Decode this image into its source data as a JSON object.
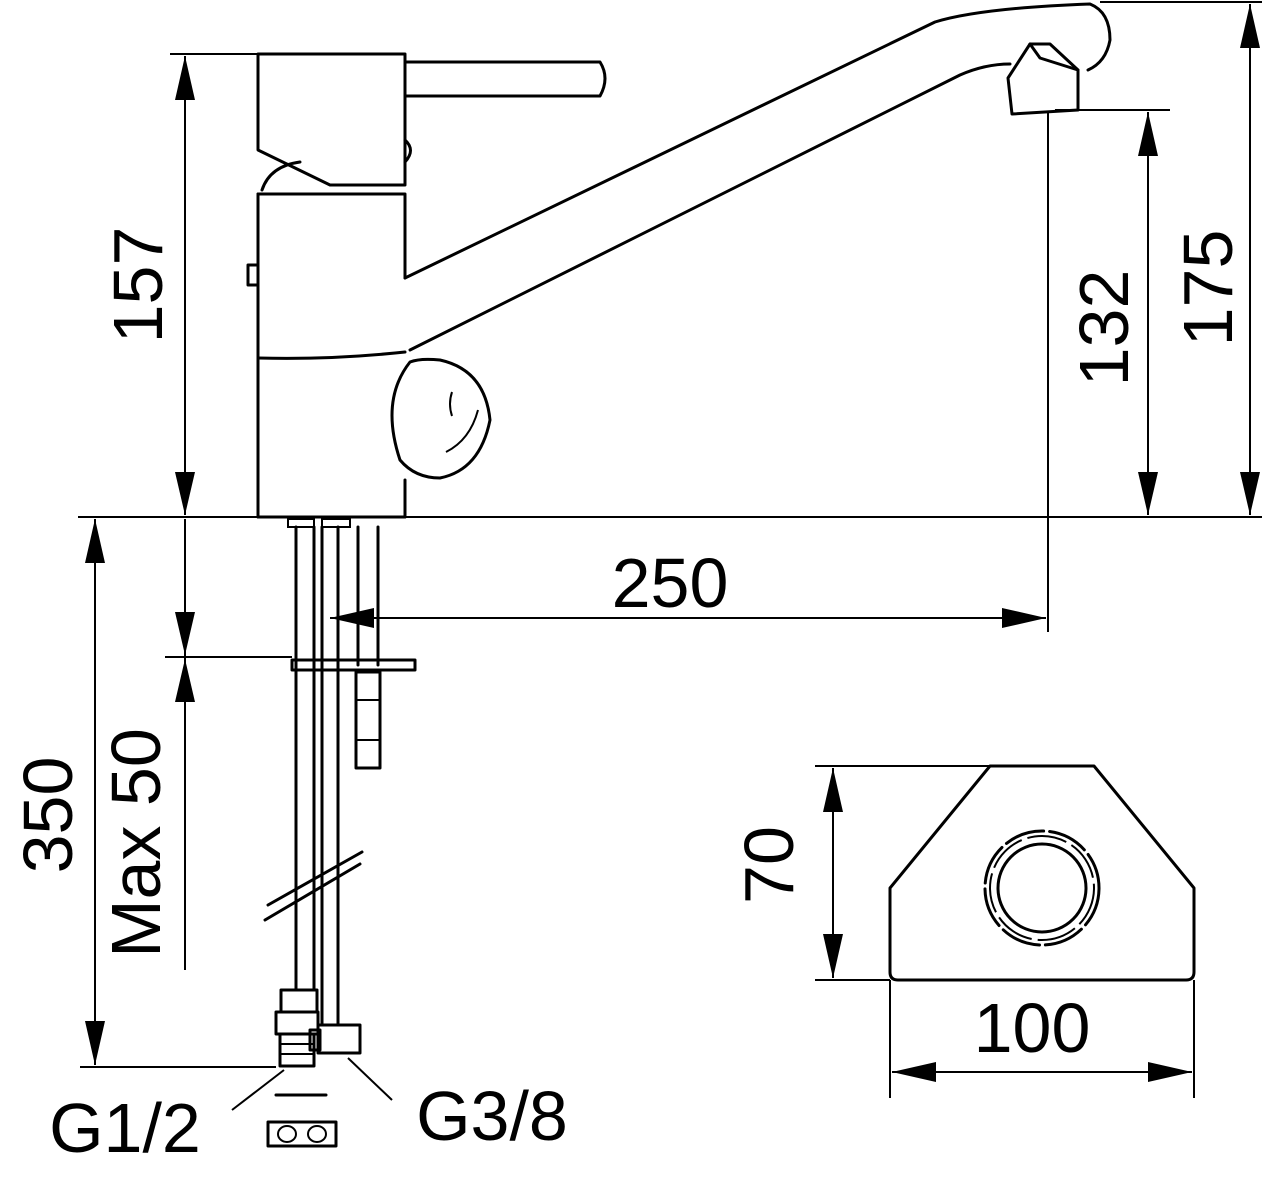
{
  "dimensions": {
    "faucet_height": "157",
    "spout_height": "132",
    "total_height": "175",
    "spout_reach": "250",
    "hose_length": "350",
    "max_deck_thickness": "Max 50",
    "base_depth": "70",
    "base_width": "100"
  },
  "connections": {
    "hot_cold_thread": "G1/2",
    "fill_thread": "G3/8"
  },
  "colors": {
    "line": "#000000",
    "background": "#ffffff"
  }
}
